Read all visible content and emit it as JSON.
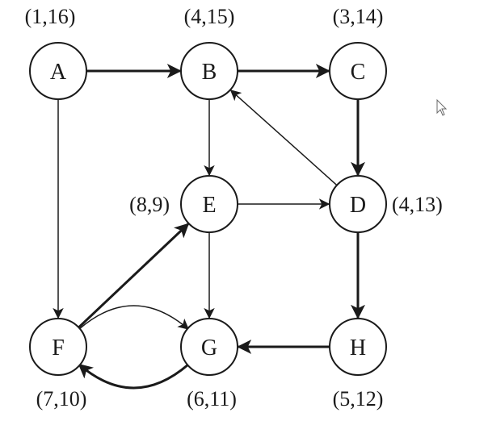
{
  "graph": {
    "nodes": [
      {
        "id": "A",
        "label": "A",
        "annotation": "(1,16)"
      },
      {
        "id": "B",
        "label": "B",
        "annotation": "(4,15)"
      },
      {
        "id": "C",
        "label": "C",
        "annotation": "(3,14)"
      },
      {
        "id": "D",
        "label": "D",
        "annotation": "(4,13)"
      },
      {
        "id": "E",
        "label": "E",
        "annotation": "(8,9)"
      },
      {
        "id": "F",
        "label": "F",
        "annotation": "(7,10)"
      },
      {
        "id": "G",
        "label": "G",
        "annotation": "(6,11)"
      },
      {
        "id": "H",
        "label": "H",
        "annotation": "(5,12)"
      }
    ],
    "edges": [
      {
        "from": "A",
        "to": "B",
        "weight": "thick"
      },
      {
        "from": "B",
        "to": "C",
        "weight": "thick"
      },
      {
        "from": "C",
        "to": "D",
        "weight": "thick"
      },
      {
        "from": "D",
        "to": "H",
        "weight": "thick"
      },
      {
        "from": "H",
        "to": "G",
        "weight": "thick"
      },
      {
        "from": "G",
        "to": "F",
        "weight": "thick",
        "curved": true
      },
      {
        "from": "F",
        "to": "E",
        "weight": "thick"
      },
      {
        "from": "A",
        "to": "F",
        "weight": "thin"
      },
      {
        "from": "B",
        "to": "E",
        "weight": "thin"
      },
      {
        "from": "E",
        "to": "D",
        "weight": "thin"
      },
      {
        "from": "D",
        "to": "B",
        "weight": "thin"
      },
      {
        "from": "E",
        "to": "G",
        "weight": "thin"
      },
      {
        "from": "F",
        "to": "G",
        "weight": "thin",
        "curved": true
      }
    ]
  },
  "cursor_icon": "mouse-pointer-icon"
}
